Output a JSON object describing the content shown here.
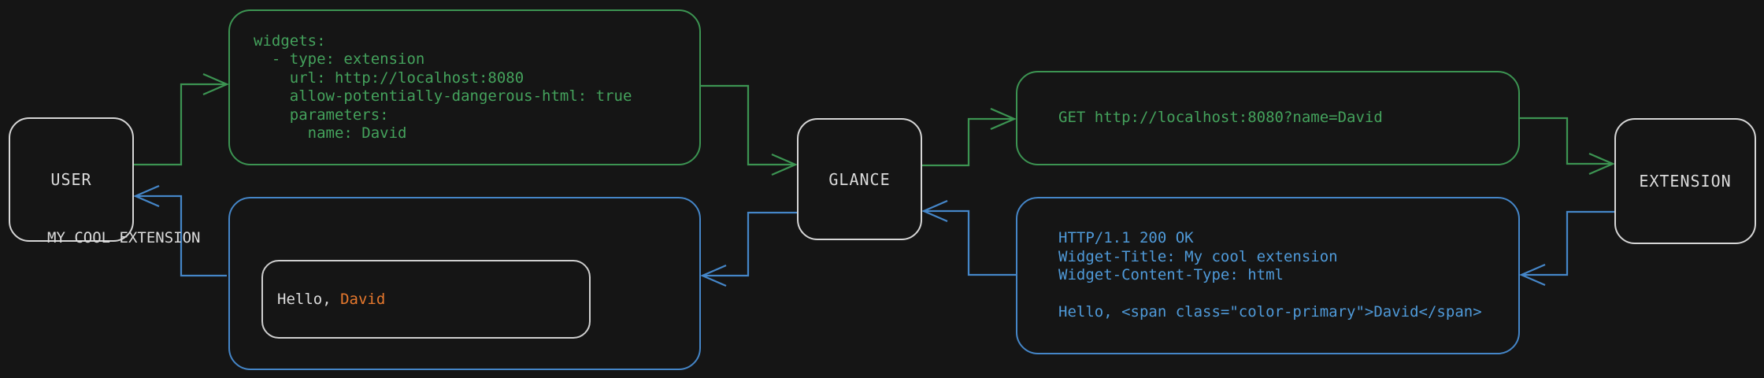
{
  "diagram": {
    "nodes": {
      "user": "USER",
      "glance": "GLANCE",
      "extension": "EXTENSION"
    },
    "config_box": {
      "code": "widgets:\n  - type: extension\n    url: http://localhost:8080\n    allow-potentially-dangerous-html: true\n    parameters:\n      name: David"
    },
    "request_box": {
      "code": "GET http://localhost:8080?name=David"
    },
    "response_box": {
      "code": "HTTP/1.1 200 OK\nWidget-Title: My cool extension\nWidget-Content-Type: html\n\nHello, <span class=\"color-primary\">David</span>"
    },
    "widget_preview": {
      "title": "MY COOL EXTENSION",
      "greeting_prefix": "Hello, ",
      "greeting_name": "David"
    }
  },
  "colors": {
    "background": "#151515",
    "green": "#3C9452",
    "green_text": "#44A25C",
    "blue": "#4586C8",
    "blue_text": "#4F9AD9",
    "orange": "#E6782D",
    "node_border": "#D6D6D6",
    "text": "#DCDCDC"
  }
}
